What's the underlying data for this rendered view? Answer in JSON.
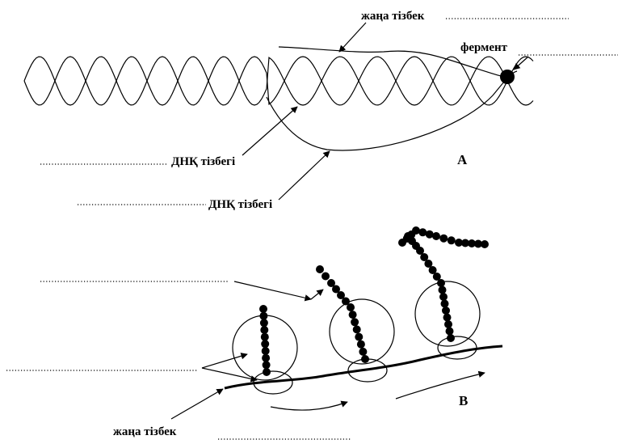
{
  "panel_a": {
    "label_new_strand": "жаңа тізбек",
    "label_enzyme": "фермент",
    "label_dna_strand_1": "ДНҚ тізбегі",
    "label_dna_strand_2": "ДНҚ тізбегі",
    "panel_letter": "А"
  },
  "panel_b": {
    "label_new_strand": "жаңа тізбек",
    "panel_letter": "В"
  }
}
